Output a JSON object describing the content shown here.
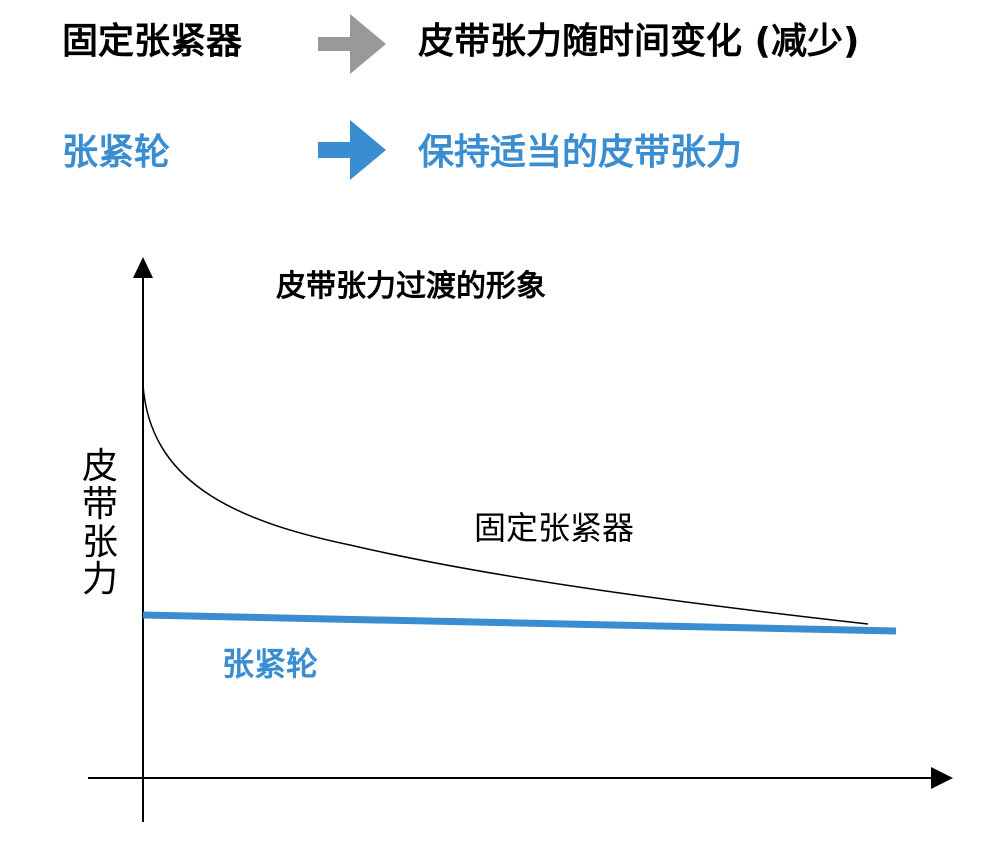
{
  "header": {
    "row1": {
      "left": "固定张紧器",
      "right": "皮带张力随时间变化 (减少)",
      "arrow_color": "#999999",
      "text_color": "#000000"
    },
    "row2": {
      "left": "张紧轮",
      "right": "保持适当的皮带张力",
      "arrow_color": "#3a8dd1",
      "text_color": "#3a8dd1"
    }
  },
  "chart": {
    "title": "皮带张力过渡的形象",
    "ylabel": "皮带张力",
    "series": [
      {
        "name": "固定张紧器",
        "color": "#000000",
        "trend": "decaying"
      },
      {
        "name": "张紧轮",
        "color": "#3a8dd1",
        "trend": "nearly-constant"
      }
    ]
  }
}
